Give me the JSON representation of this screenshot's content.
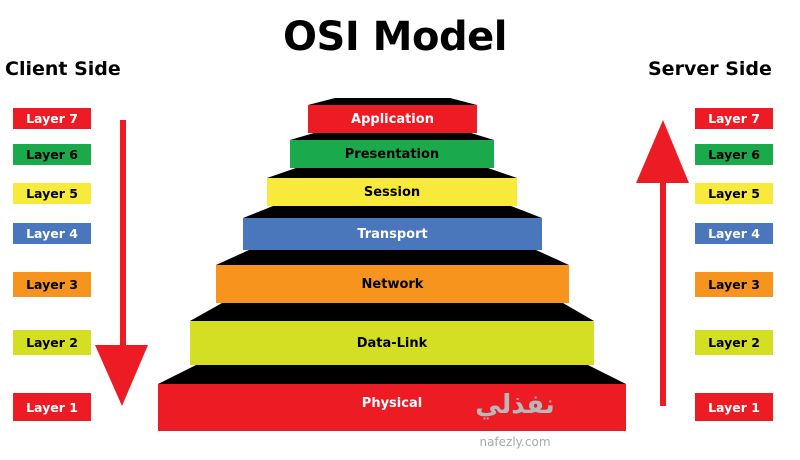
{
  "title": "OSI Model",
  "client_side": {
    "label": "Client Side",
    "layers": [
      "Layer 7",
      "Layer 6",
      "Layer 5",
      "Layer 4",
      "Layer 3",
      "Layer 2",
      "Layer 1"
    ],
    "arrow": "down"
  },
  "server_side": {
    "label": "Server Side",
    "layers": [
      "Layer 7",
      "Layer 6",
      "Layer 5",
      "Layer 4",
      "Layer 3",
      "Layer 2",
      "Layer 1"
    ],
    "arrow": "up"
  },
  "stack": [
    {
      "name": "Application",
      "color": "#ed1c24",
      "text_color": "#ffffff"
    },
    {
      "name": "Presentation",
      "color": "#1aaa4b",
      "text_color": "#000000"
    },
    {
      "name": "Session",
      "color": "#f7ea3b",
      "text_color": "#000000"
    },
    {
      "name": "Transport",
      "color": "#4a76bb",
      "text_color": "#ffffff"
    },
    {
      "name": "Network",
      "color": "#f7941d",
      "text_color": "#000000"
    },
    {
      "name": "Data-Link",
      "color": "#d4df23",
      "text_color": "#000000"
    },
    {
      "name": "Physical",
      "color": "#ed1c24",
      "text_color": "#ffffff"
    }
  ],
  "arrow_color": "#ed1c24",
  "watermark": {
    "arabic": "نفذلي",
    "site": "nafezly.com"
  }
}
